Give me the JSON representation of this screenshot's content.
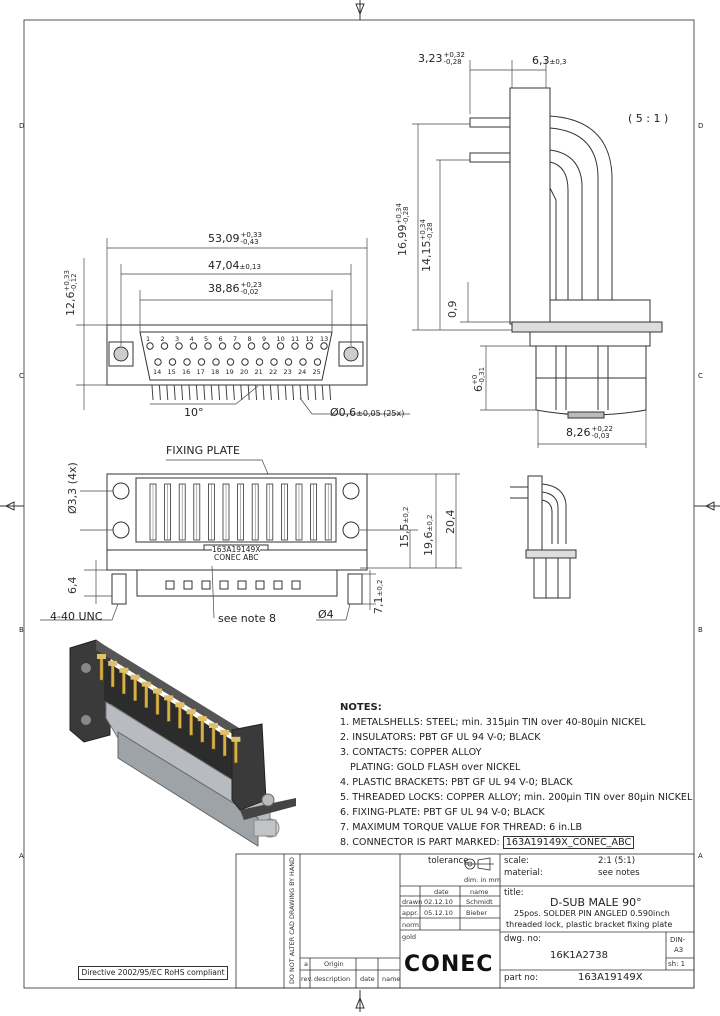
{
  "scale_label": "( 5 : 1 )",
  "dimensions": {
    "d_323": "3,23",
    "d_323_tol": [
      "+0,32",
      "-0,28"
    ],
    "d_63": "6,3",
    "d_63_tol": "±0,3",
    "d_1699": "16,99",
    "d_1699_tol": [
      "+0,34",
      "-0,28"
    ],
    "d_1415": "14,15",
    "d_1415_tol": [
      "+0,34",
      "-0,28"
    ],
    "d_09": "0,9",
    "d_6": "6",
    "d_6_tol": [
      "+0",
      "-0,31"
    ],
    "d_826": "8,26",
    "d_826_tol": [
      "+0,22",
      "-0,03"
    ],
    "d_5309": "53,09",
    "d_5309_tol": [
      "+0,33",
      "-0,43"
    ],
    "d_4704": "47,04",
    "d_4704_tol": "±0,13",
    "d_3886": "38,86",
    "d_3886_tol": [
      "+0,23",
      "-0,02"
    ],
    "d_126": "12,6",
    "d_126_tol": [
      "+0,33",
      "-0,12"
    ],
    "d_10deg": "10°",
    "d_pin": "Ø0,6",
    "d_pin_tol": "±0,05 (25x)",
    "fixing_plate": "FIXING PLATE",
    "d_33": "Ø3,3 (4x)",
    "d_155": "15,5",
    "d_155_tol": "±0,2",
    "d_196": "19,6",
    "d_196_tol": "±0,2",
    "d_204": "20,4",
    "d_64": "6,4",
    "d_71": "7,1",
    "d_71_tol": "±0,2",
    "d_unc": "4-40 UNC",
    "d_4": "Ø4",
    "see_note": "see note 8",
    "marking_line1": "163A19149X",
    "marking_line2": "CONEC ABC"
  },
  "pin_numbers_top": [
    "1",
    "2",
    "3",
    "4",
    "5",
    "6",
    "7",
    "8",
    "9",
    "10",
    "11",
    "12",
    "13"
  ],
  "pin_numbers_bottom": [
    "14",
    "15",
    "16",
    "17",
    "18",
    "19",
    "20",
    "21",
    "22",
    "23",
    "24",
    "25"
  ],
  "notes": {
    "heading": "NOTES:",
    "items": [
      "1. METALSHELLS: STEEL; min. 315µin TIN over 40-80µin NICKEL",
      "2. INSULATORS: PBT GF UL 94 V-0; BLACK",
      "3. CONTACTS: COPPER ALLOY",
      "PLATING: GOLD FLASH over NICKEL",
      "4. PLASTIC BRACKETS: PBT GF UL 94 V-0; BLACK",
      "5. THREADED LOCKS: COPPER ALLOY; min. 200µin TIN over 80µin NICKEL",
      "6. FIXING-PLATE: PBT GF UL 94 V-0; BLACK",
      "7. MAXIMUM TORQUE VALUE FOR THREAD: 6 in.LB"
    ],
    "item8_prefix": "8. CONNECTOR IS PART MARKED: ",
    "item8_mark": "163A19149X_CONEC_ABC"
  },
  "title_block": {
    "tolerance": "tolerance",
    "scale_label": "scale:",
    "scale_value": "2:1 (5:1)",
    "material_label": "material:",
    "material_value": "see notes",
    "dim_in_mm": "dim. in mm",
    "date_hdr": "date",
    "name_hdr": "name",
    "drawn": "drawn",
    "drawn_date": "02.12.10",
    "drawn_name": "Schmidt",
    "appr": "appr.",
    "appr_date": "05.12.10",
    "appr_name": "Bieber",
    "norm": "norm",
    "gold": "gold",
    "title_label": "title:",
    "title_main": "D-SUB MALE 90°",
    "title_sub1": "25pos. SOLDER PIN ANGLED 0.590inch",
    "title_sub2": "threaded lock, plastic bracket fixing plate",
    "dwg_label": "dwg. no:",
    "dwg_no": "16K1A2738",
    "din": "DIN-",
    "a3": "A3",
    "sh": "sh: 1",
    "part_label": "part no:",
    "part_no": "163A19149X",
    "rev_a": "a",
    "rev_origin": "Origin",
    "rev": "rev.",
    "description": "description",
    "date": "date",
    "name": "name",
    "company": "CONEC",
    "rohs": "Directive 2002/95/EC RoHS compliant",
    "vertical_note": "DO NOT ALTER CAD DRAWING BY HAND"
  }
}
